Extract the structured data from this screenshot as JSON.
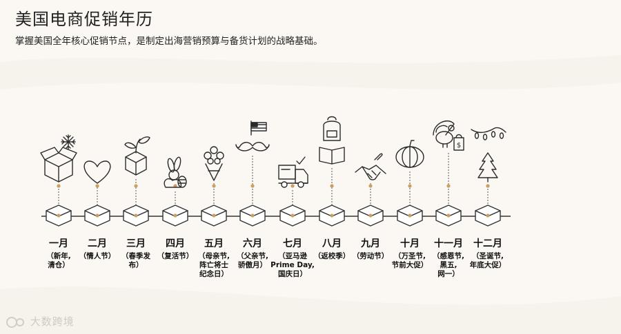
{
  "title": "美国电商促销年历",
  "subtitle": "掌握美国全年核心促销节点，是制定出海营销预算与备货计划的战略基础。",
  "accent_color": "#c9a064",
  "line_color": "#333333",
  "months": [
    {
      "name": "一月",
      "events": "（新年,\n清仓）",
      "icon": "snowflake-box-icon"
    },
    {
      "name": "二月",
      "events": "（情人节）",
      "icon": "heart-icon"
    },
    {
      "name": "三月",
      "events": "（春季发\n布）",
      "icon": "sprout-box-icon"
    },
    {
      "name": "四月",
      "events": "（复活节）",
      "icon": "bunny-egg-icon"
    },
    {
      "name": "五月",
      "events": "（母亲节,\n阵亡将士\n纪念日）",
      "icon": "bouquet-icon"
    },
    {
      "name": "六月",
      "events": "（父亲节,\n骄傲月）",
      "icon": "flag-mustache-icon"
    },
    {
      "name": "七月",
      "events": "（亚马逊\nPrime Day,\n国庆日）",
      "icon": "delivery-truck-icon"
    },
    {
      "name": "八月",
      "events": "（返校季）",
      "icon": "backpack-book-icon"
    },
    {
      "name": "九月",
      "events": "（劳动节）",
      "icon": "handshake-icon"
    },
    {
      "name": "十月",
      "events": "（万圣节,\n节前大促）",
      "icon": "pumpkin-icon"
    },
    {
      "name": "十一月",
      "events": "（感恩节,\n黑五,\n网一）",
      "icon": "turkey-bag-icon"
    },
    {
      "name": "十二月",
      "events": "（圣诞节,\n年底大促）",
      "icon": "xmas-tree-lights-icon"
    }
  ],
  "watermark": "大数跨境"
}
